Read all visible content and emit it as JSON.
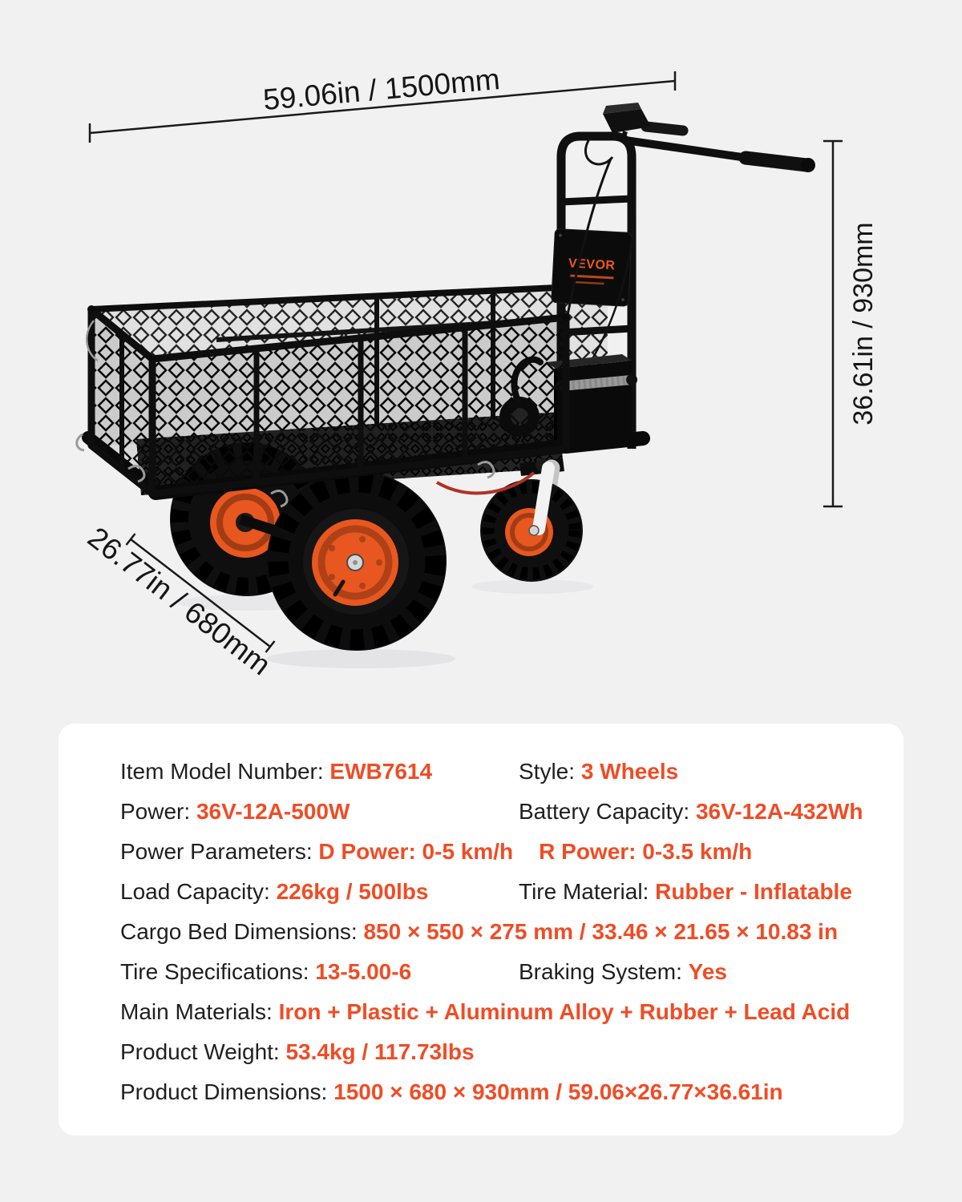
{
  "page": {
    "background": "#f1f1f2",
    "accent": "#f04c25",
    "wheel_color": "#e8571f"
  },
  "product": {
    "brand": "VEVOR"
  },
  "annotations": {
    "width": "59.06in / 1500mm",
    "height": "36.61in / 930mm",
    "depth": "26.77in / 680mm"
  },
  "specs": {
    "rows": [
      {
        "cells": [
          {
            "label": "Item Model Number:",
            "value": "EWB7614"
          },
          {
            "label": "Style:",
            "value": "3 Wheels"
          }
        ]
      },
      {
        "cells": [
          {
            "label": "Power:",
            "value": "36V-12A-500W"
          },
          {
            "label": "Battery Capacity:",
            "value": "36V-12A-432Wh"
          }
        ]
      },
      {
        "cells": [
          {
            "label": "Power Parameters:",
            "value": "D Power: 0-5 km/h",
            "value2": "R Power: 0-3.5 km/h"
          }
        ]
      },
      {
        "cells": [
          {
            "label": "Load Capacity:",
            "value": "226kg / 500lbs"
          },
          {
            "label": "Tire Material:",
            "value": "Rubber - Inflatable"
          }
        ]
      },
      {
        "cells": [
          {
            "label": "Cargo Bed Dimensions:",
            "value": "850 × 550 × 275 mm / 33.46 × 21.65 × 10.83 in"
          }
        ]
      },
      {
        "cells": [
          {
            "label": "Tire Specifications:",
            "value": "13-5.00-6"
          },
          {
            "label": "Braking System:",
            "value": "Yes"
          }
        ]
      },
      {
        "cells": [
          {
            "label": "Main Materials:",
            "value": "Iron + Plastic + Aluminum Alloy + Rubber + Lead Acid"
          }
        ]
      },
      {
        "cells": [
          {
            "label": "Product Weight:",
            "value": "53.4kg / 117.73lbs"
          }
        ]
      },
      {
        "cells": [
          {
            "label": "Product Dimensions:",
            "value": "1500 × 680 × 930mm / 59.06×26.77×36.61in"
          }
        ]
      }
    ]
  }
}
